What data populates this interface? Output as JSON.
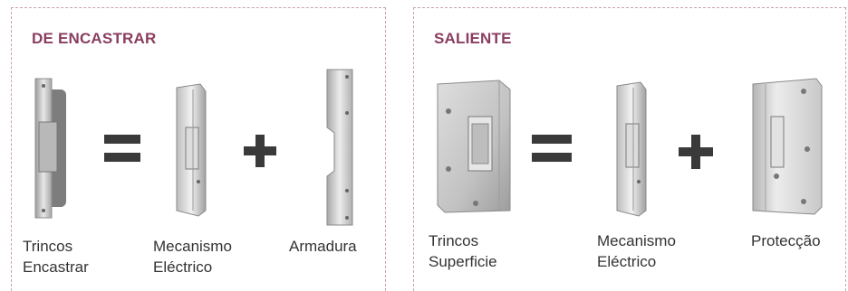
{
  "panels": [
    {
      "title": "DE ENCASTRAR",
      "items": [
        {
          "label_lines": [
            "Trincos",
            "Encastrar"
          ]
        },
        {
          "label_lines": [
            "Mecanismo",
            "Eléctrico"
          ]
        },
        {
          "label_lines": [
            "Armadura"
          ]
        }
      ],
      "operators": [
        "equals",
        "plus"
      ]
    },
    {
      "title": "SALIENTE",
      "items": [
        {
          "label_lines": [
            "Trincos",
            "Superficie"
          ]
        },
        {
          "label_lines": [
            "Mecanismo",
            "Eléctrico"
          ]
        },
        {
          "label_lines": [
            "Protecção"
          ]
        }
      ],
      "operators": [
        "equals",
        "plus"
      ]
    }
  ],
  "colors": {
    "title": "#8a3d5e",
    "border": "#c9a3ad",
    "operator": "#3a3a3a",
    "metal_light": "#e6e6e6",
    "metal_dark": "#8c8c8c"
  }
}
